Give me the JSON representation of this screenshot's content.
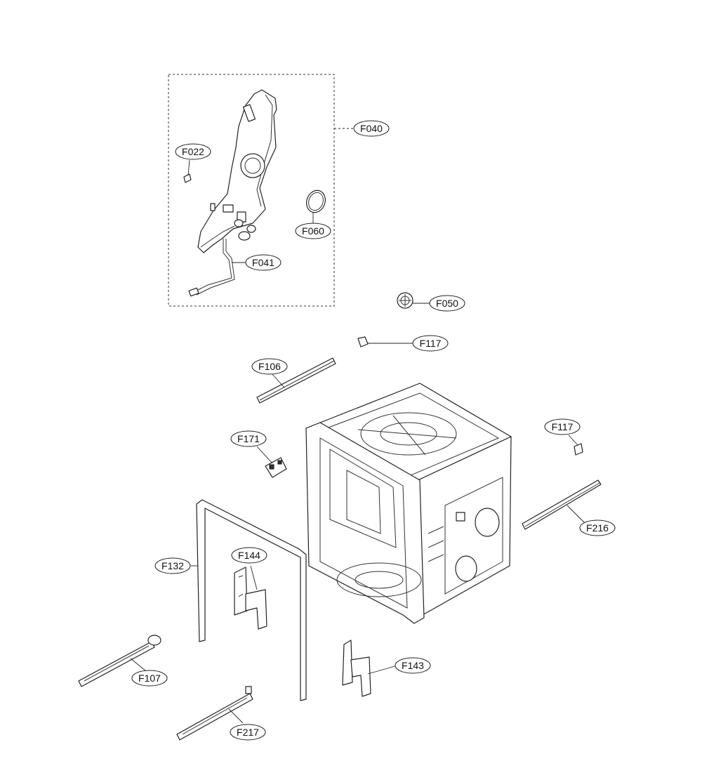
{
  "callouts": {
    "F040": "F040",
    "F022": "F022",
    "F060": "F060",
    "F041": "F041",
    "F050": "F050",
    "F117a": "F117",
    "F106": "F106",
    "F117b": "F117",
    "F171": "F171",
    "F216": "F216",
    "F132": "F132",
    "F144": "F144",
    "F107": "F107",
    "F143": "F143",
    "F217": "F217"
  }
}
